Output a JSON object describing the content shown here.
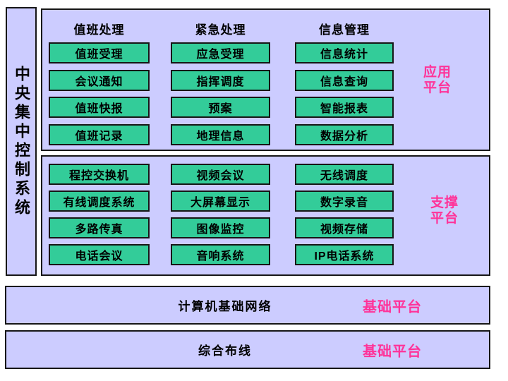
{
  "colors": {
    "lavender": "#CCCCFF",
    "green": "#33CC99",
    "pink": "#FF3399",
    "border": "#161616"
  },
  "sidebar": {
    "label": "中央集中控制系统"
  },
  "app_platform": {
    "label": "应用平台",
    "columns": [
      {
        "header": "值班处理",
        "items": [
          "值班受理",
          "会议通知",
          "值班快报",
          "值班记录"
        ]
      },
      {
        "header": "紧急处理",
        "items": [
          "应急受理",
          "指挥调度",
          "预案",
          "地理信息"
        ]
      },
      {
        "header": "信息管理",
        "items": [
          "信息统计",
          "信息查询",
          "智能报表",
          "数据分析"
        ]
      }
    ]
  },
  "support_platform": {
    "label": "支撑平台",
    "columns": [
      {
        "items": [
          "程控交换机",
          "有线调度系统",
          "多路传真",
          "电话会议"
        ]
      },
      {
        "items": [
          "视频会议",
          "大屏幕显示",
          "图像监控",
          "音响系统"
        ]
      },
      {
        "items": [
          "无线调度",
          "数字录音",
          "视频存储",
          "IP电话系统"
        ]
      }
    ]
  },
  "base_platforms": [
    {
      "label": "计算机基础网络",
      "tag": "基础平台"
    },
    {
      "label": "综合布线",
      "tag": "基础平台"
    }
  ]
}
